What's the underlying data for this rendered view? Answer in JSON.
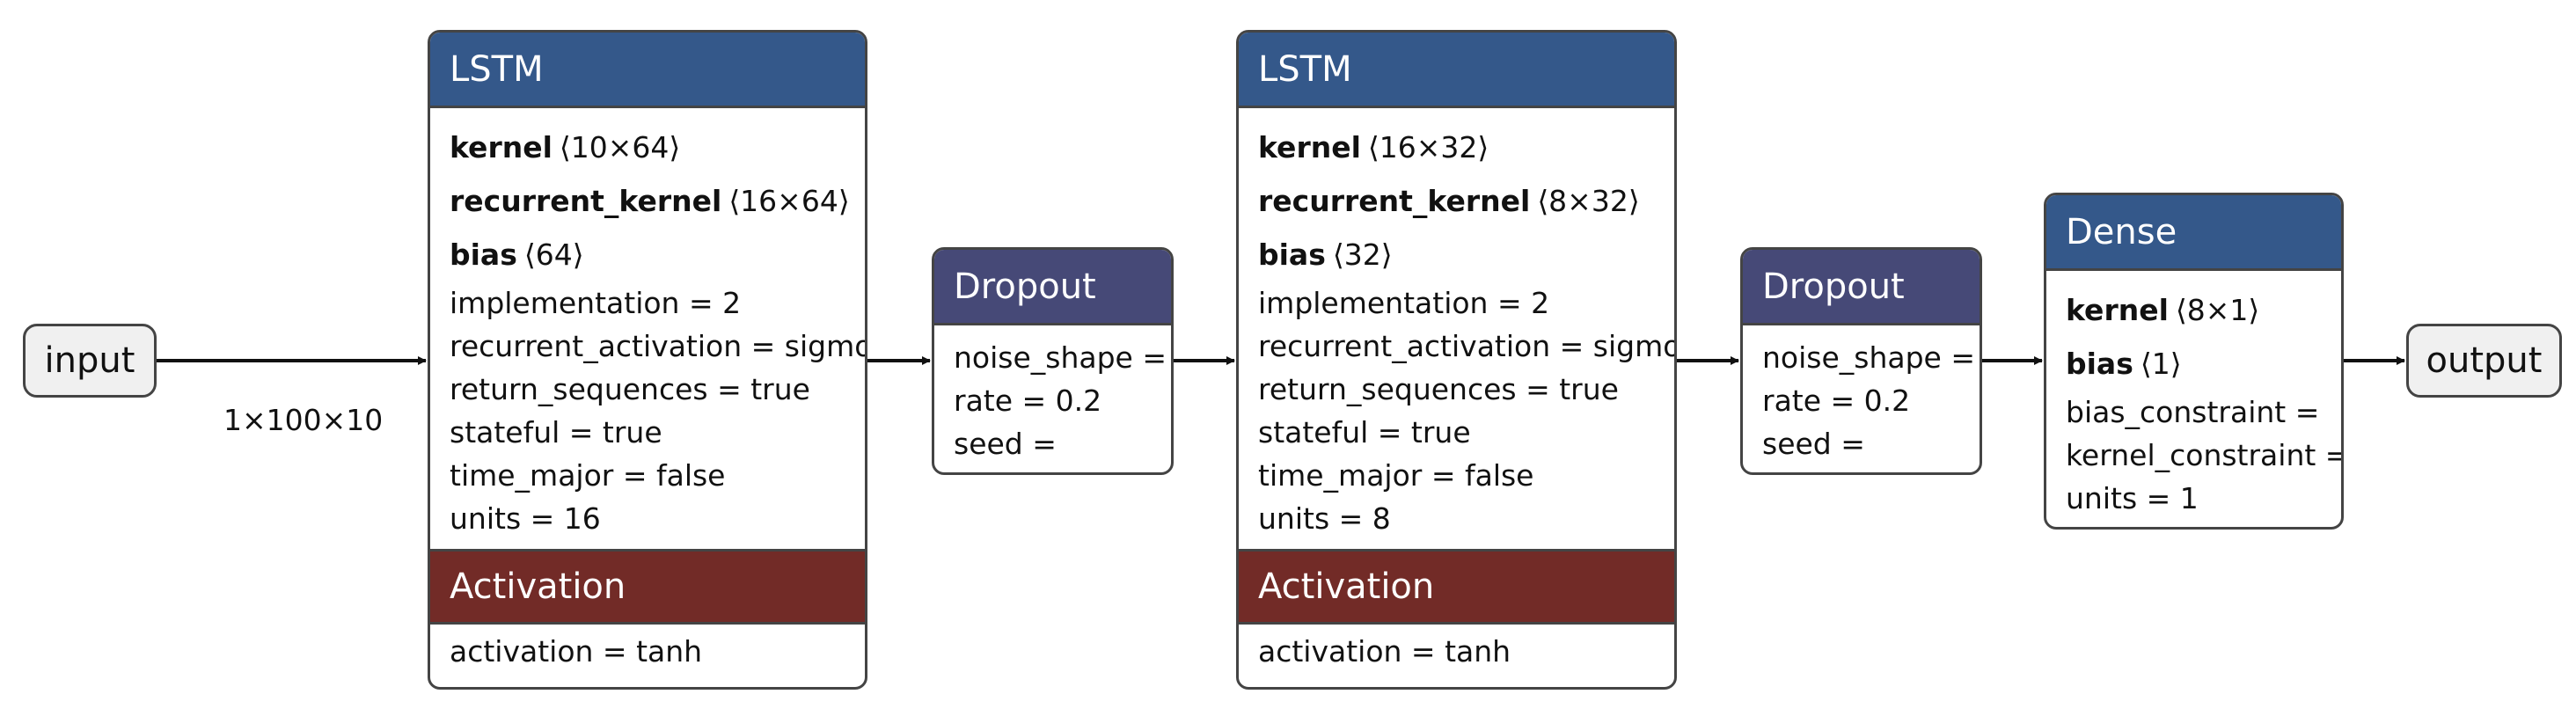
{
  "input": {
    "label": "input",
    "shape": "1×100×10"
  },
  "output": {
    "label": "output"
  },
  "nodes": [
    {
      "title": "LSTM",
      "weights": [
        {
          "name": "kernel",
          "shape": "⟨10×64⟩"
        },
        {
          "name": "recurrent_kernel",
          "shape": "⟨16×64⟩"
        },
        {
          "name": "bias",
          "shape": "⟨64⟩"
        }
      ],
      "attrs": [
        "implementation = 2",
        "recurrent_activation = sigmoid",
        "return_sequences = true",
        "stateful = true",
        "time_major = false",
        "units = 16"
      ],
      "activation": {
        "title": "Activation",
        "attr": "activation = tanh"
      }
    },
    {
      "title": "Dropout",
      "attrs": [
        "noise_shape =",
        "rate = 0.2",
        "seed ="
      ]
    },
    {
      "title": "LSTM",
      "weights": [
        {
          "name": "kernel",
          "shape": "⟨16×32⟩"
        },
        {
          "name": "recurrent_kernel",
          "shape": "⟨8×32⟩"
        },
        {
          "name": "bias",
          "shape": "⟨32⟩"
        }
      ],
      "attrs": [
        "implementation = 2",
        "recurrent_activation = sigmoid",
        "return_sequences = true",
        "stateful = true",
        "time_major = false",
        "units = 8"
      ],
      "activation": {
        "title": "Activation",
        "attr": "activation = tanh"
      }
    },
    {
      "title": "Dropout",
      "attrs": [
        "noise_shape =",
        "rate = 0.2",
        "seed ="
      ]
    },
    {
      "title": "Dense",
      "weights": [
        {
          "name": "kernel",
          "shape": "⟨8×1⟩"
        },
        {
          "name": "bias",
          "shape": "⟨1⟩"
        }
      ],
      "attrs": [
        "bias_constraint =",
        "kernel_constraint =",
        "units = 1"
      ]
    }
  ],
  "colors": {
    "lstm_header": "#34588a",
    "dropout_header": "#464977",
    "dense_header": "#34588a",
    "activation_header": "#722b27",
    "edge": "#111111",
    "border": "#444444"
  }
}
